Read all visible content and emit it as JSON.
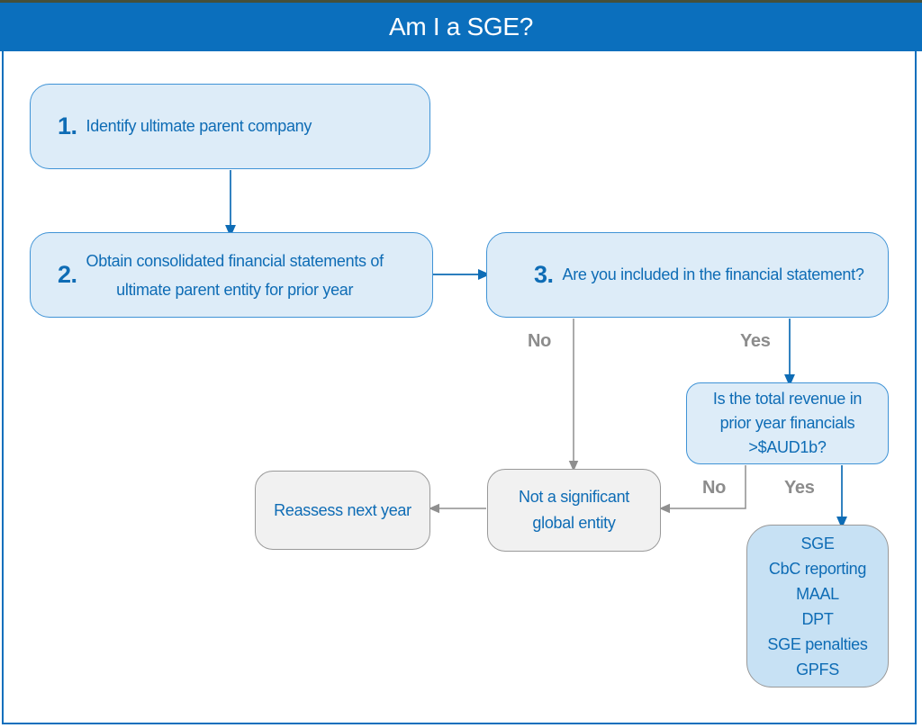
{
  "header": {
    "title": "Am I a SGE?"
  },
  "steps": [
    {
      "num": "1.",
      "lines": [
        "Identify ultimate parent company"
      ]
    },
    {
      "num": "2.",
      "lines": [
        "Obtain consolidated financial statements of",
        "ultimate parent entity for prior year"
      ]
    },
    {
      "num": "3.",
      "lines": [
        "Are you included in the financial statement?"
      ]
    }
  ],
  "labels": {
    "branch1_no": "No",
    "branch1_yes": "Yes",
    "branch2_no": "No",
    "branch2_yes": "Yes"
  },
  "revenue_box": {
    "lines": [
      "Is the total revenue in",
      "prior year financials",
      ">$AUD1b?"
    ]
  },
  "not_sge_box": {
    "lines": [
      "Not a significant",
      "global entity"
    ]
  },
  "reassess_box": {
    "text": "Reassess next year"
  },
  "sge_box": {
    "items": [
      "SGE",
      "CbC reporting",
      "MAAL",
      "DPT",
      "SGE penalties",
      "GPFS"
    ]
  },
  "colors": {
    "header_blue": "#0b6fbd",
    "light_box_fill": "#ddecf8",
    "light_box_border": "#3f93d6",
    "text_blue": "#0e6cb5",
    "gray_box_fill": "#f1f1f1",
    "gray_box_border": "#999999",
    "sge_box_fill": "#c7e1f4",
    "connector_gray": "#8f8f8f",
    "edge_strip": "#454f3a"
  }
}
